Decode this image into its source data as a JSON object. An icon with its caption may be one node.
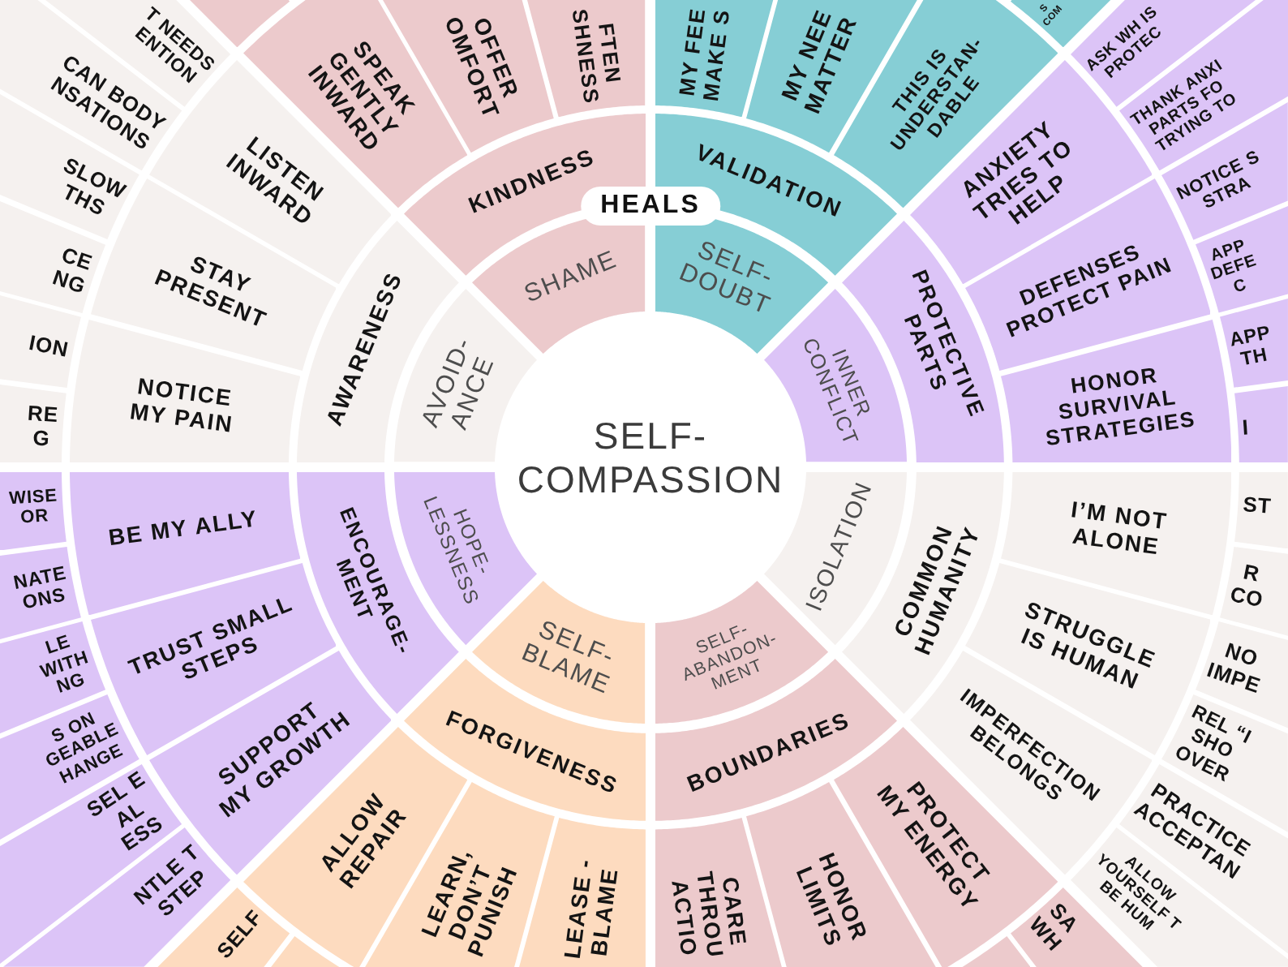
{
  "diagram": {
    "nodes": [
      {
        "text": [
          "SELF-COMPASSION"
        ]
      },
      {
        "text": [
          "HEALS"
        ]
      },
      {
        "text": [
          "SHAME"
        ]
      },
      {
        "text": [
          "SELF-DOUBT"
        ]
      },
      {
        "text": [
          "INNER CONFLICT"
        ]
      },
      {
        "text": [
          "ISOLATION"
        ]
      },
      {
        "text": [
          "SELF-ABANDON-MENT"
        ]
      },
      {
        "text": [
          "SELF-BLAME"
        ]
      },
      {
        "text": [
          "HOPE-LESSNESS"
        ]
      },
      {
        "text": [
          "AVOID-ANCE"
        ]
      },
      {
        "text": [
          "KINDNESS"
        ]
      },
      {
        "text": [
          "VALIDATION"
        ]
      },
      {
        "text": [
          "PROTECTIVE PARTS"
        ]
      },
      {
        "text": [
          "COMMON HUMANITY"
        ]
      },
      {
        "text": [
          "BOUNDARIES"
        ]
      },
      {
        "text": [
          "FORGIVENESS"
        ]
      },
      {
        "text": [
          "ENCOURAGE-MENT"
        ]
      },
      {
        "text": [
          "AWARENESS"
        ]
      },
      {
        "text": [
          "SPEAK GENTLY INWARD"
        ]
      },
      {
        "text": [
          "OFFER OMFORT"
        ]
      },
      {
        "text": [
          "FTEN SHNESS"
        ]
      },
      {
        "text": [
          "MY FEE MAKE S"
        ]
      },
      {
        "text": [
          "MY NEE MATTER"
        ]
      },
      {
        "text": [
          "THIS IS UNDERSTAN-DABLE"
        ]
      },
      {
        "text": [
          "ANXIETY TRIES TO HELP"
        ]
      },
      {
        "text": [
          "DEFENSES PROTECT PAIN"
        ]
      },
      {
        "text": [
          "HONOR SURVIVAL STRATEGIES"
        ]
      },
      {
        "text": [
          "I’M NOT ALONE"
        ]
      },
      {
        "text": [
          "STRUGGLE IS HUMAN"
        ]
      },
      {
        "text": [
          "IMPERFECTION BELONGS"
        ]
      },
      {
        "text": [
          "PROTECT MY ENERGY"
        ]
      },
      {
        "text": [
          "HONOR LIMITS"
        ]
      },
      {
        "text": [
          "CARE THROU ACTIO"
        ]
      },
      {
        "text": [
          "LEASE -BLAME"
        ]
      },
      {
        "text": [
          "LEARN, DON’T PUNISH"
        ]
      },
      {
        "text": [
          "ALLOW REPAIR"
        ]
      },
      {
        "text": [
          "SUPPORT MY GROWTH"
        ]
      },
      {
        "text": [
          "TRUST SMALL STEPS"
        ]
      },
      {
        "text": [
          "BE MY ALLY"
        ]
      },
      {
        "text": [
          "NOTICE MY PAIN"
        ]
      },
      {
        "text": [
          "STAY PRESENT"
        ]
      },
      {
        "text": [
          "LISTEN INWARD"
        ]
      },
      {
        "text": [],
        "shape": "band"
      },
      {
        "text": [
          "S COM"
        ]
      },
      {
        "text": [
          "ASK WH IS PROTEC"
        ]
      },
      {
        "text": [
          "THANK ANXI PARTS FO TRYING TO"
        ]
      },
      {
        "text": [
          "NOTICE S STRA"
        ]
      },
      {
        "text": [
          "APP DEFE C"
        ]
      },
      {
        "text": [
          "APP TH"
        ]
      },
      {
        "text": [
          "I"
        ]
      },
      {
        "text": [
          "ST"
        ]
      },
      {
        "text": [
          "R CO"
        ]
      },
      {
        "text": [
          "NO IMPE"
        ]
      },
      {
        "text": [
          "REL “I SHO OVER"
        ]
      },
      {
        "text": [
          "PRACTICE ACCEPTAN"
        ]
      },
      {
        "text": [
          "ALLOW YOURSELF T BE HUM"
        ]
      },
      {
        "text": [
          "SA WH"
        ]
      },
      {
        "text": [],
        "shape": "band"
      },
      {
        "text": [],
        "shape": "band"
      },
      {
        "text": [
          "SELF"
        ]
      },
      {
        "text": [
          "NTLE T STEP"
        ]
      },
      {
        "text": [
          "SEL E AL ESS"
        ]
      },
      {
        "text": [
          "S ON GEABLE HANGE"
        ]
      },
      {
        "text": [
          "LE WITH NG"
        ]
      },
      {
        "text": [
          "NATE ONS"
        ]
      },
      {
        "text": [
          "WISE OR"
        ]
      },
      {
        "text": [
          "RE G"
        ]
      },
      {
        "text": [
          "ION"
        ]
      },
      {
        "text": [
          "CE NG"
        ]
      },
      {
        "text": [
          "SLOW THS"
        ]
      },
      {
        "text": [
          "CAN BODY NSATIONS"
        ]
      },
      {
        "text": [
          "T NEEDS ENTION"
        ]
      }
    ]
  }
}
